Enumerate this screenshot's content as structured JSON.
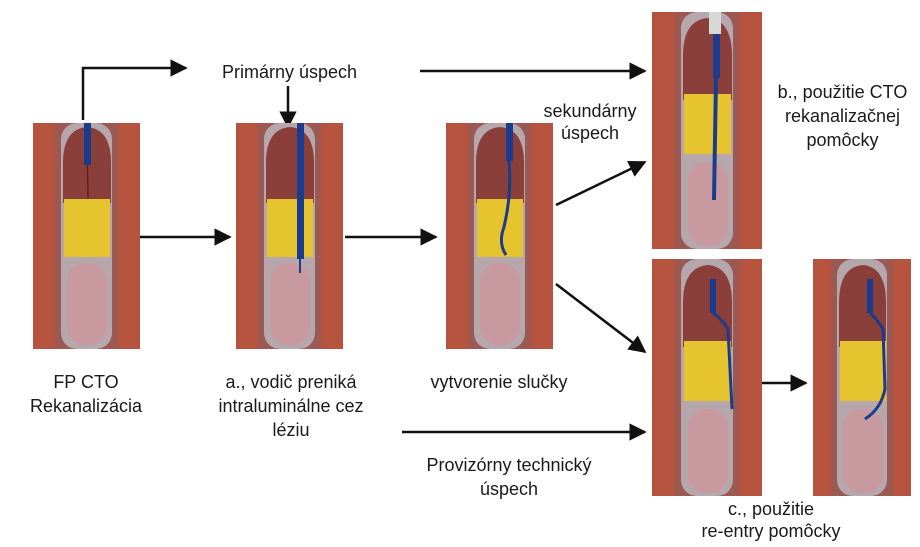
{
  "labels": {
    "primary_success": "Primárny úspech",
    "secondary_success_l1": "sekundárny",
    "secondary_success_l2": "úspech",
    "start_l1": "FP CTO",
    "start_l2": "Rekanalizácia",
    "step_a_l1": "a., vodič preniká",
    "step_a_l2": "intraluminálne cez",
    "step_a_l3": "léziu",
    "loop": "vytvorenie slučky",
    "provisional_l1": "Provizórny technický",
    "provisional_l2": "úspech",
    "step_b_l1": "b., použitie CTO",
    "step_b_l2": "rekanalizačnej",
    "step_b_l3": "pomôcky",
    "step_c_l1": "c., použitie",
    "step_c_l2": "re-entry pomôcky"
  },
  "colors": {
    "vessel_wall": "#b5533f",
    "lumen": "#b6a7ad",
    "occlusion_cap": "#8a3f3a",
    "plaque": "#e6c430",
    "wire": "#1b3c8c",
    "arrow": "#111111"
  }
}
